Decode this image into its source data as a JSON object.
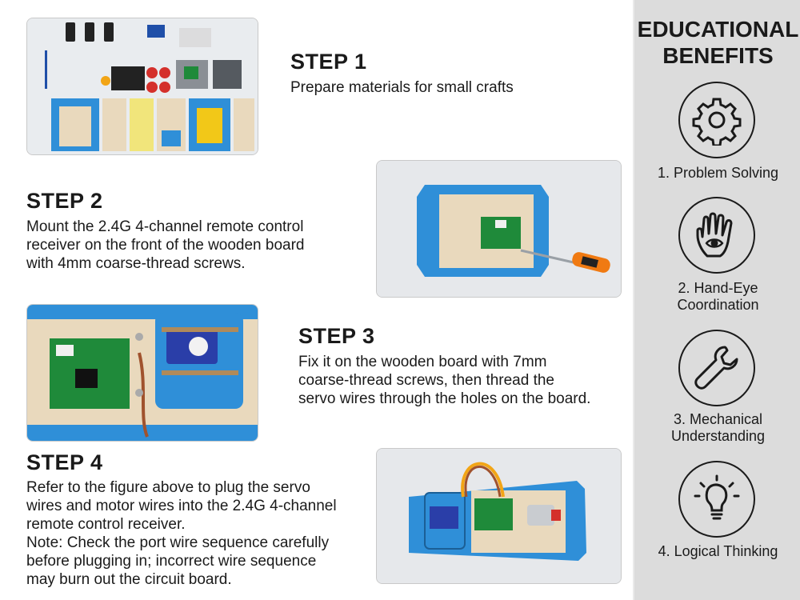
{
  "steps": [
    {
      "title": "STEP 1",
      "text": [
        "Prepare materials for small crafts"
      ]
    },
    {
      "title": "STEP 2",
      "text": [
        "Mount the 2.4G 4-channel remote control",
        "receiver on the front of the wooden board",
        "with 4mm coarse-thread screws."
      ]
    },
    {
      "title": "STEP 3",
      "text": [
        "Fix it on the wooden board with 7mm",
        "coarse-thread screws, then thread the",
        "servo wires through the holes on the board."
      ]
    },
    {
      "title": "STEP 4",
      "text": [
        "Refer to the figure above to plug the servo",
        "wires and motor wires into the 2.4G 4-channel",
        "remote control receiver.",
        "Note: Check the port wire sequence carefully",
        "before plugging in; incorrect wire sequence",
        "may burn out the circuit board."
      ]
    }
  ],
  "sidebar": {
    "title": "EDUCATIONAL\nBENEFITS",
    "benefits": [
      {
        "label": "1. Problem Solving",
        "icon": "gear-icon"
      },
      {
        "label": "2. Hand-Eye\nCoordination",
        "icon": "hand-eye-icon"
      },
      {
        "label": "3. Mechanical\nUnderstanding",
        "icon": "wrench-icon"
      },
      {
        "label": "4. Logical Thinking",
        "icon": "lightbulb-icon"
      }
    ]
  },
  "colors": {
    "board_blue": "#2f8fd8",
    "wood": "#e9d9bd",
    "pcb_green": "#1f8a3a",
    "sidebar_bg": "#dcdcdc"
  }
}
